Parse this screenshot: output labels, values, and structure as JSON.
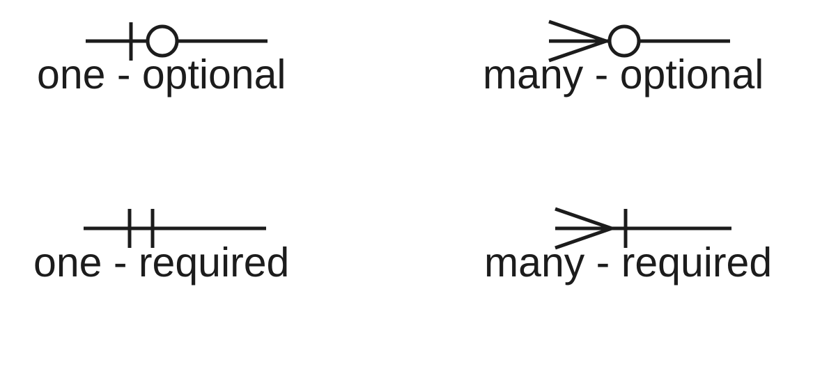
{
  "legend": {
    "items": [
      {
        "label": "one - optional",
        "symbol": "one-optional-icon"
      },
      {
        "label": "many - optional",
        "symbol": "many-optional-icon"
      },
      {
        "label": "one - required",
        "symbol": "one-required-icon"
      },
      {
        "label": "many - required",
        "symbol": "many-required-icon"
      }
    ],
    "line_color": "#1c1c1c",
    "text_color": "#1c1c1c",
    "background": "#ffffff"
  }
}
